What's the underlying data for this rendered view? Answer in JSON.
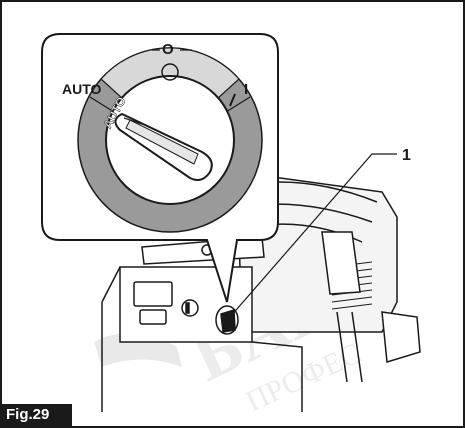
{
  "figure": {
    "label": "Fig.29",
    "callout_number": "1",
    "dial": {
      "positions": [
        "AUTO",
        "O",
        "I"
      ],
      "ring_label_auto": "AUTO"
    }
  },
  "colors": {
    "line": "#1a1a1a",
    "ring_gray": "#9a9a9a",
    "ring_light": "#d8d8d8",
    "watermark": "#e8e8e8"
  }
}
